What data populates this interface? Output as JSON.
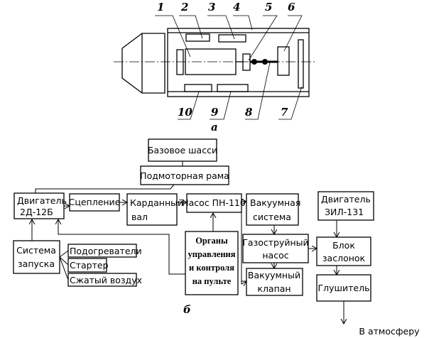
{
  "figure_a": {
    "caption": "а",
    "labels": [
      "1",
      "2",
      "3",
      "4",
      "5",
      "6",
      "7",
      "8",
      "9",
      "10"
    ]
  },
  "figure_b": {
    "caption": "б",
    "boxes": {
      "base": "Базовое шасси",
      "frame": "Подмоторная рама",
      "engine1": "Двигатель",
      "engine1b": "2Д-12Б",
      "clutch": "Сцепление",
      "shaft1": "Карданный",
      "shaft2": "вал",
      "pump": "Насос ПН-110",
      "vac1": "Вакуумная",
      "vac2": "система",
      "engine2": "Двигатель",
      "engine2b": "ЗИЛ-131",
      "start1": "Система",
      "start2": "запуска",
      "heaters": "Подогреватели",
      "starter": "Стартер",
      "air": "Сжатый воздух",
      "ctrl1": "Органы",
      "ctrl2": "управления",
      "ctrl3": "и контроля",
      "ctrl4": "на пульте",
      "gas1": "Газоструйный",
      "gas2": "насос",
      "valve1": "Вакуумный",
      "valve2": "клапан",
      "damp1": "Блок",
      "damp2": "заслонок",
      "muffler": "Глушитель",
      "out": "В атмосферу"
    }
  }
}
